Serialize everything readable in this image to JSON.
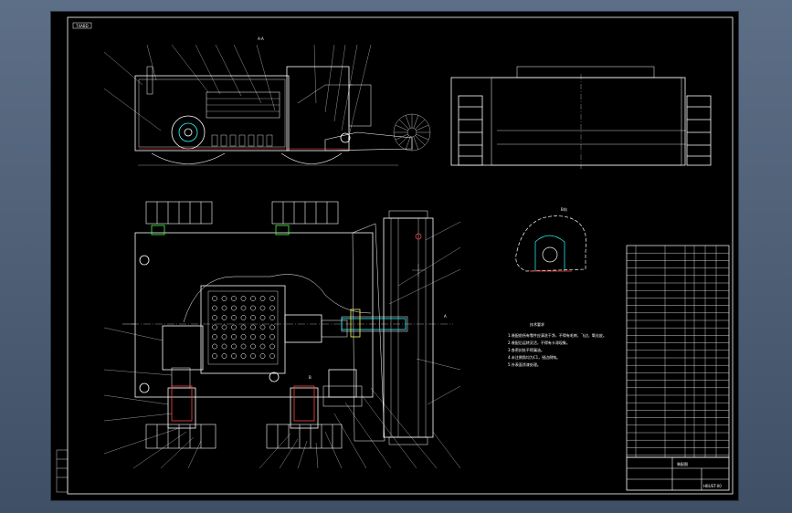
{
  "header": {
    "corner_tag": "74ABD"
  },
  "views": {
    "section_label": "A-A",
    "detail_label": "B向",
    "cut_marker": "A",
    "pointer_label": "B"
  },
  "notes": {
    "title": "技术要求",
    "lines": [
      "1.装配前所有零件应清洗干净，不得有毛刺、飞边、氧化皮。",
      "2.装配后运转灵活，不得有卡滞现象。",
      "3.各密封处不得漏油。",
      "4.未注倒角均为C1，锐边倒钝。",
      "5.外表面涂漆处理。"
    ]
  },
  "title_block": {
    "name": "装配图",
    "drawing_number": "HBUST-00"
  },
  "colors": {
    "paper": "#000000",
    "line": "#ffffff",
    "accent_yellow": "#ffff55",
    "accent_cyan": "#33ffff",
    "accent_red": "#ff4444",
    "accent_green": "#44ff44"
  }
}
